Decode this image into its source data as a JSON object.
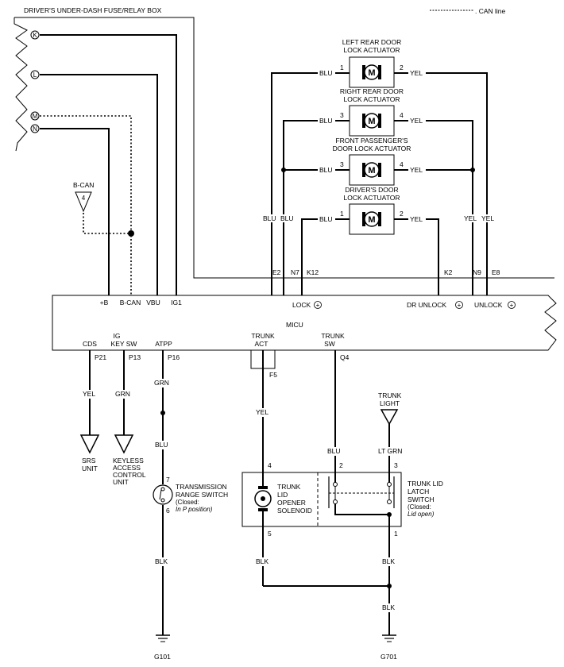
{
  "fuse_box": {
    "title": "DRIVER'S UNDER-DASH FUSE/RELAY BOX",
    "pins": [
      "K",
      "L",
      "M",
      "N"
    ]
  },
  "legend": {
    "can_line": ". CAN line"
  },
  "bcan": {
    "label": "B-CAN",
    "pin": "4"
  },
  "micu": {
    "title": "MICU",
    "top_terminals": [
      "+B",
      "B-CAN",
      "VBU",
      "IG1"
    ],
    "top_connectors": [
      "E2",
      "N7",
      "K12",
      "K2",
      "N9",
      "E8"
    ],
    "outputs": [
      "LOCK",
      "DR UNLOCK",
      "UNLOCK"
    ],
    "bottom_terminals": {
      "cds": "CDS",
      "ig_key_sw": [
        "IG",
        "KEY SW"
      ],
      "atpp": "ATPP",
      "trunk_act": [
        "TRUNK",
        "ACT"
      ],
      "trunk_sw": [
        "TRUNK",
        "SW"
      ]
    },
    "bottom_pins": [
      "P21",
      "P13",
      "P16",
      "F5",
      "Q4"
    ]
  },
  "actuators": [
    {
      "title": [
        "LEFT REAR DOOR",
        "LOCK ACTUATOR"
      ],
      "pin_left": "1",
      "pin_right": "2",
      "wire_left": "BLU",
      "wire_right": "YEL"
    },
    {
      "title": [
        "RIGHT REAR DOOR",
        "LOCK ACTUATOR"
      ],
      "pin_left": "3",
      "pin_right": "4",
      "wire_left": "BLU",
      "wire_right": "YEL"
    },
    {
      "title": [
        "FRONT PASSENGER'S",
        "DOOR LOCK ACTUATOR"
      ],
      "pin_left": "3",
      "pin_right": "4",
      "wire_left": "BLU",
      "wire_right": "YEL"
    },
    {
      "title": [
        "DRIVER'S DOOR",
        "LOCK ACTUATOR"
      ],
      "pin_left": "1",
      "pin_right": "2",
      "wire_left": "BLU",
      "wire_right": "YEL"
    }
  ],
  "motor_symbol": "M",
  "bus_labels": {
    "blu1": "BLU",
    "blu2": "BLU",
    "yel1": "YEL",
    "yel2": "YEL"
  },
  "lower_wires": {
    "cds": "YEL",
    "ig_key": "GRN",
    "atpp_upper": "GRN",
    "atpp_mid": "BLU",
    "atpp_lower": "BLK",
    "trunk_act": "YEL",
    "trunk_sw": "BLU",
    "trunk_light": "LT GRN",
    "sol_out": "BLK",
    "latch_out": "BLK",
    "ground": "BLK"
  },
  "devices": {
    "srs": [
      "SRS",
      "UNIT"
    ],
    "keyless": [
      "KEYLESS",
      "ACCESS",
      "CONTROL",
      "UNIT"
    ],
    "trunk_light": [
      "TRUNK",
      "LIGHT"
    ],
    "trans_switch": {
      "title": [
        "TRANSMISSION",
        "RANGE SWITCH"
      ],
      "note": [
        "(Closed:",
        "In P position)"
      ],
      "pin_top": "7",
      "pin_bottom": "6"
    },
    "solenoid": {
      "title": [
        "TRUNK",
        "LID",
        "OPENER",
        "SOLENOID"
      ],
      "pin_top": "4",
      "pin_bottom": "5"
    },
    "latch_switch": {
      "title": [
        "TRUNK LID",
        "LATCH",
        "SWITCH"
      ],
      "note": [
        "(Closed:",
        "Lid open)"
      ],
      "pin_a": "2",
      "pin_b": "3",
      "pin_c": "1"
    }
  },
  "grounds": [
    "G101",
    "G701"
  ]
}
